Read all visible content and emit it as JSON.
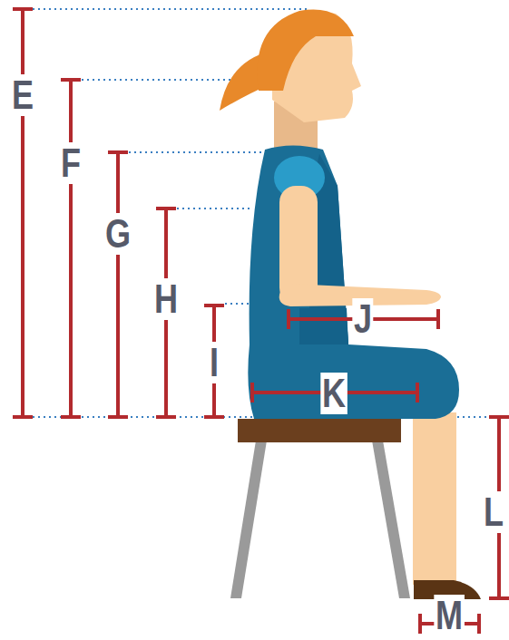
{
  "diagram": {
    "labels": [
      "E",
      "F",
      "G",
      "H",
      "I",
      "J",
      "K",
      "L",
      "M"
    ]
  }
}
